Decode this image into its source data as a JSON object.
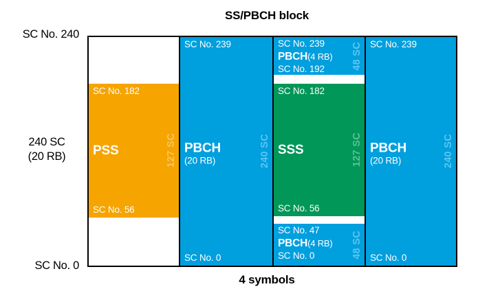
{
  "title": "SS/PBCH block",
  "footer": "4 symbols",
  "axis": {
    "top": "SC No. 240",
    "mid1": "240 SC",
    "mid2": "(20 RB)",
    "bottom": "SC No. 0"
  },
  "colors": {
    "orange": "#F5A400",
    "blue": "#009FDE",
    "green": "#009758",
    "orange_light": "#F9C55F",
    "blue_light": "#5BC5F2",
    "green_light": "#5FBE98"
  },
  "pss": {
    "top_sc": "SC No. 182",
    "name": "PSS",
    "bottom_sc": "SC No. 56",
    "size": "127 SC"
  },
  "pbch_left": {
    "top_sc": "SC No. 239",
    "name": "PBCH",
    "sub": "(20 RB)",
    "bottom_sc": "SC No. 0",
    "size": "240 SC"
  },
  "middle": {
    "top": {
      "top_sc": "SC No. 239",
      "name": "PBCH",
      "sub": "(4 RB)",
      "bottom_sc": "SC No. 192",
      "size": "48 SC"
    },
    "sss": {
      "top_sc": "SC No. 182",
      "name": "SSS",
      "bottom_sc": "SC No. 56",
      "size": "127 SC"
    },
    "bottom": {
      "top_sc": "SC No. 47",
      "name": "PBCH",
      "sub": "(4 RB)",
      "bottom_sc": "SC No. 0",
      "size": "48 SC"
    }
  },
  "pbch_right": {
    "top_sc": "SC No. 239",
    "name": "PBCH",
    "sub": "(20 RB)",
    "bottom_sc": "SC No. 0",
    "size": "240 SC"
  }
}
